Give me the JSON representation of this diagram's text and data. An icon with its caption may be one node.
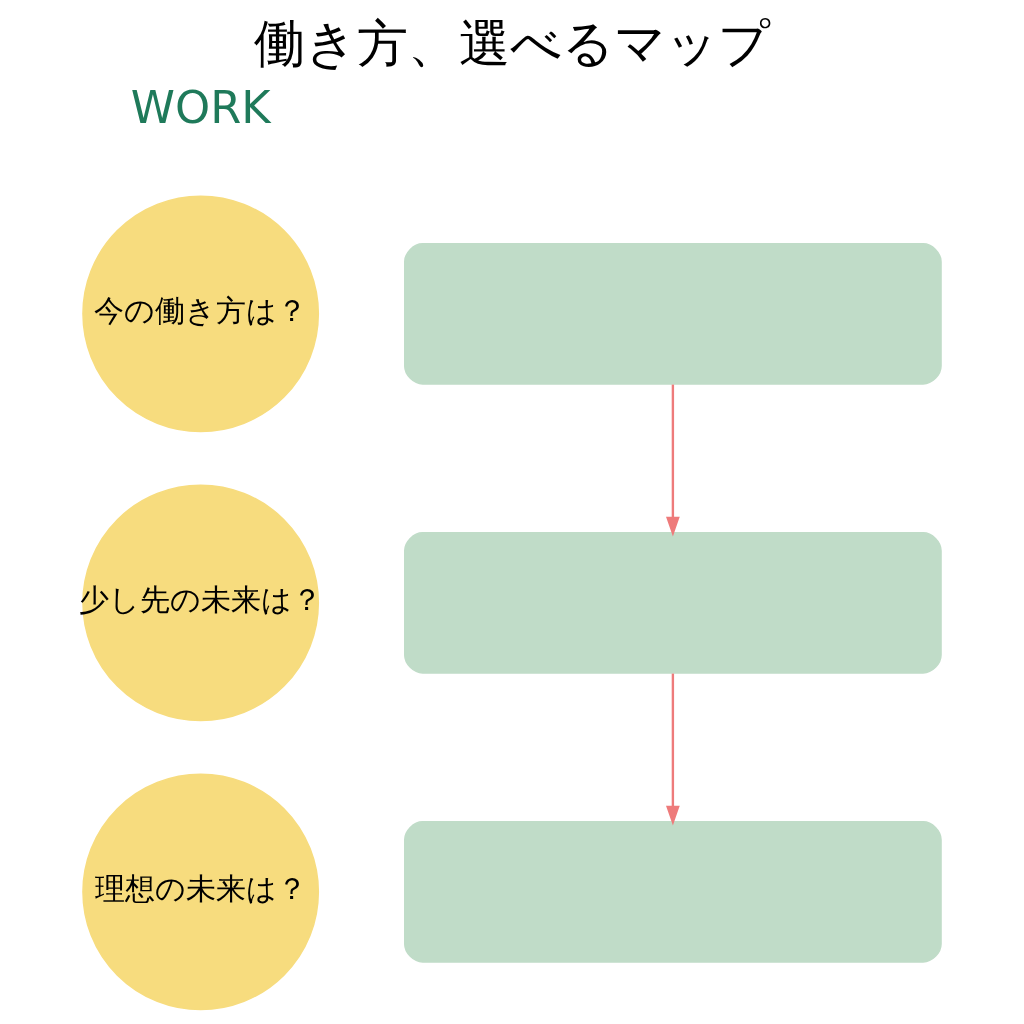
{
  "diagram": {
    "title": "働き方、選べるマップ",
    "nodes": [
      {
        "text": [
          "今の働き方は？"
        ]
      },
      {
        "text": [],
        "shape": "box"
      },
      {
        "text": [
          "少し先の未来は？"
        ]
      },
      {
        "text": [],
        "shape": "box"
      },
      {
        "text": [
          "理想の未来は？"
        ]
      },
      {
        "text": [],
        "shape": "box"
      }
    ],
    "edges": [
      {
        "from": 1,
        "to": 3,
        "arrow": "to"
      },
      {
        "from": 3,
        "to": 5,
        "arrow": "to"
      }
    ],
    "labels": [
      "WORK"
    ]
  }
}
